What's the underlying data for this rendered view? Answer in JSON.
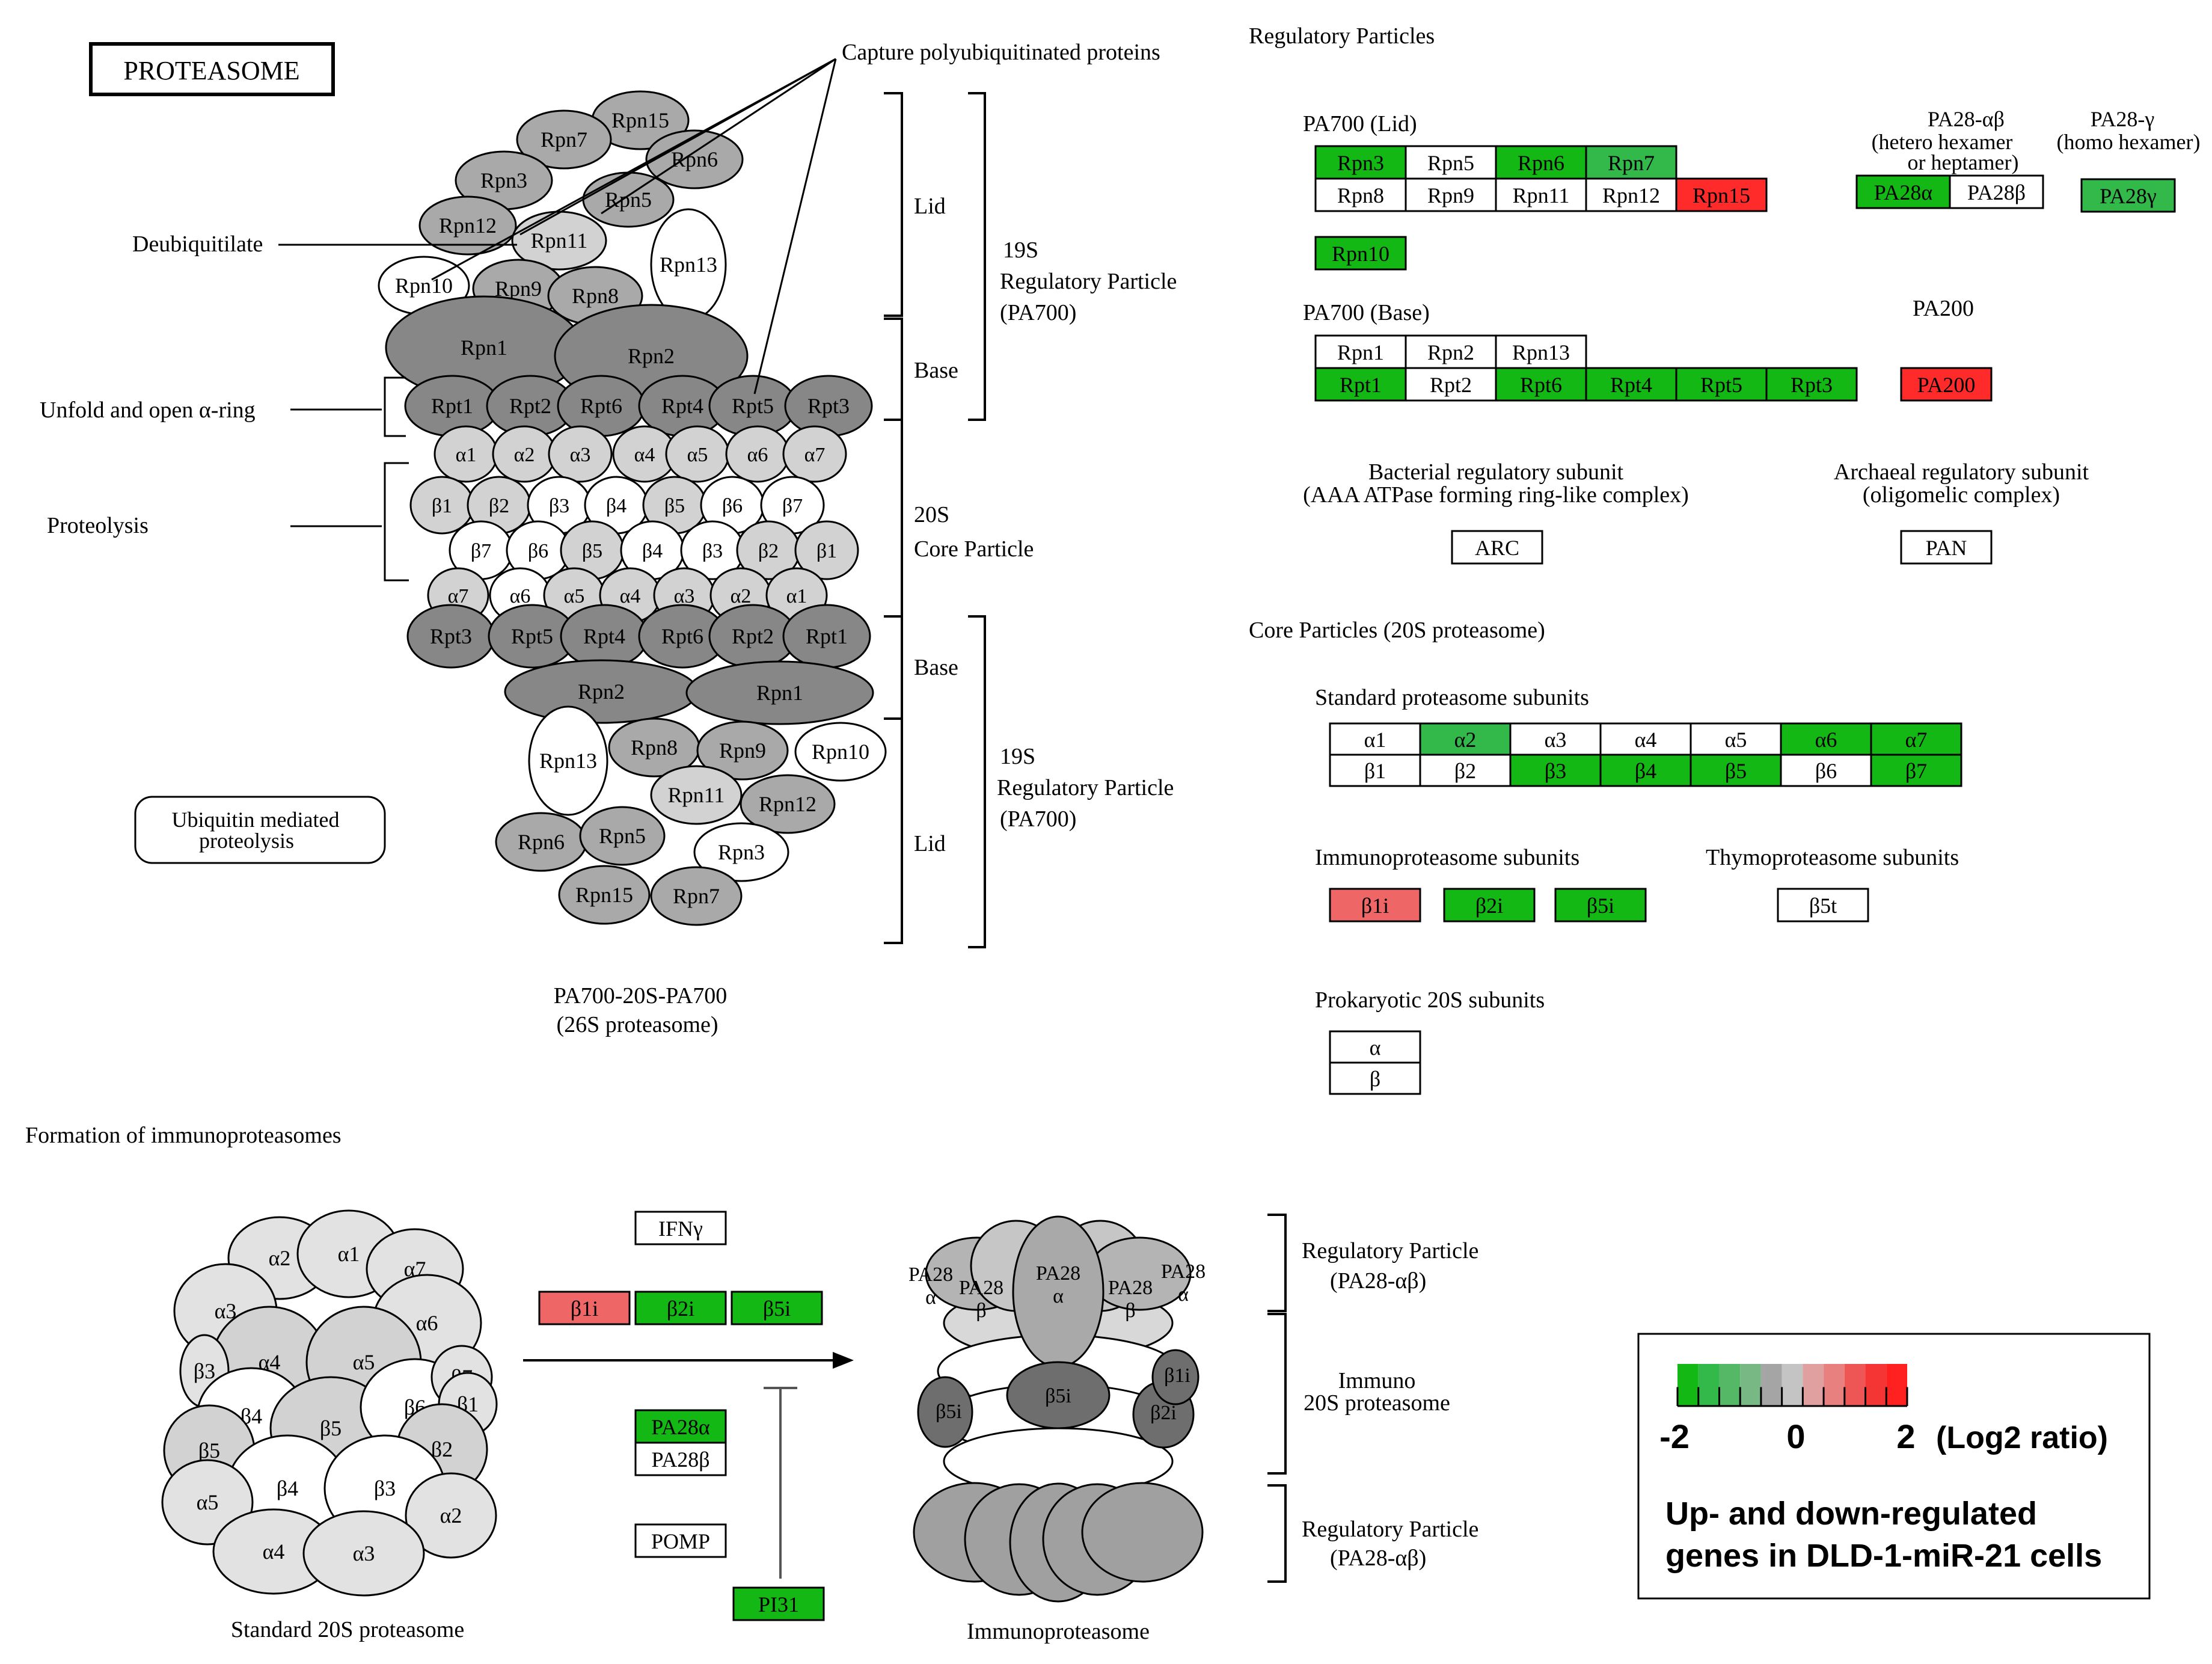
{
  "title": "PROTEASOME",
  "colors": {
    "up": "#ff2a2a",
    "up_light": "#ee6666",
    "down": "#14b814",
    "down_light": "#33b84a",
    "neutral": "#ffffff",
    "subunit_dark": "#878787",
    "subunit_mid": "#a9a9a9",
    "subunit_light": "#d2d2d2"
  },
  "labels": {
    "capture": "Capture polyubiquitinated proteins",
    "deubiq": "Deubiquitilate",
    "unfold": "Unfold and open α-ring",
    "proteolysis": "Proteolysis",
    "lid": "Lid",
    "base": "Base",
    "rp19s_l1": "19S",
    "rp19s_l2": "Regulatory Particle",
    "rp19s_l3": "(PA700)",
    "core_l1": "20S",
    "core_l2": "Core Particle",
    "ubiq_l1": "Ubiquitin mediated",
    "ubiq_l2": "proteolysis",
    "complex_l1": "PA700-20S-PA700",
    "complex_l2": "(26S proteasome)"
  },
  "regulatory": {
    "heading": "Regulatory Particles",
    "lid_title": "PA700 (Lid)",
    "base_title": "PA700 (Base)",
    "pa28ab_l1": "PA28-αβ",
    "pa28ab_l2": "(hetero hexamer",
    "pa28ab_l3": "or heptamer)",
    "pa28g_l1": "PA28-γ",
    "pa28g_l2": "(homo hexamer)",
    "pa200_title": "PA200",
    "bact_l1": "Bacterial regulatory subunit",
    "bact_l2": "(AAA ATPase forming ring-like complex)",
    "arch_l1": "Archaeal regulatory subunit",
    "arch_l2": "(oligomelic complex)"
  },
  "core": {
    "heading": "Core Particles (20S proteasome)",
    "standard_title": "Standard proteasome subunits",
    "immuno_title": "Immunoproteasome subunits",
    "thymo_title": "Thymoproteasome subunits",
    "prok_title": "Prokaryotic 20S subunits"
  },
  "formation": {
    "heading": "Formation of immunoproteasomes",
    "standard_caption": "Standard 20S proteasome",
    "immuno_caption": "Immunoproteasome",
    "rp_l1": "Regulatory Particle",
    "rp_l2": "(PA28-αβ)",
    "immuno20s_l1": "Immuno",
    "immuno20s_l2": "20S proteasome"
  },
  "gene_boxes": [
    {
      "label": "Rpn3",
      "color": "#14b814"
    },
    {
      "label": "Rpn5",
      "color": "#ffffff"
    },
    {
      "label": "Rpn6",
      "color": "#14b814"
    },
    {
      "label": "Rpn7",
      "color": "#33b84a"
    },
    {
      "label": "Rpn8",
      "color": "#ffffff"
    },
    {
      "label": "Rpn9",
      "color": "#ffffff"
    },
    {
      "label": "Rpn11",
      "color": "#ffffff"
    },
    {
      "label": "Rpn12",
      "color": "#ffffff"
    },
    {
      "label": "Rpn15",
      "color": "#ff2a2a"
    },
    {
      "label": "Rpn10",
      "color": "#14b814"
    },
    {
      "label": "PA28α",
      "color": "#14b814"
    },
    {
      "label": "PA28β",
      "color": "#ffffff"
    },
    {
      "label": "PA28γ",
      "color": "#33b84a"
    },
    {
      "label": "Rpn1",
      "color": "#ffffff"
    },
    {
      "label": "Rpn2",
      "color": "#ffffff"
    },
    {
      "label": "Rpn13",
      "color": "#ffffff"
    },
    {
      "label": "Rpt1",
      "color": "#14b814"
    },
    {
      "label": "Rpt2",
      "color": "#ffffff"
    },
    {
      "label": "Rpt6",
      "color": "#14b814"
    },
    {
      "label": "Rpt4",
      "color": "#14b814"
    },
    {
      "label": "Rpt5",
      "color": "#14b814"
    },
    {
      "label": "Rpt3",
      "color": "#14b814"
    },
    {
      "label": "PA200",
      "color": "#ff2a2a"
    },
    {
      "label": "ARC",
      "color": "#ffffff"
    },
    {
      "label": "PAN",
      "color": "#ffffff"
    },
    {
      "label": "α1",
      "color": "#ffffff"
    },
    {
      "label": "α2",
      "color": "#33b84a"
    },
    {
      "label": "α3",
      "color": "#ffffff"
    },
    {
      "label": "α4",
      "color": "#ffffff"
    },
    {
      "label": "α5",
      "color": "#ffffff"
    },
    {
      "label": "α6",
      "color": "#14b814"
    },
    {
      "label": "α7",
      "color": "#14b814"
    },
    {
      "label": "β1",
      "color": "#ffffff"
    },
    {
      "label": "β2",
      "color": "#ffffff"
    },
    {
      "label": "β3",
      "color": "#14b814"
    },
    {
      "label": "β4",
      "color": "#14b814"
    },
    {
      "label": "β5",
      "color": "#14b814"
    },
    {
      "label": "β6",
      "color": "#ffffff"
    },
    {
      "label": "β7",
      "color": "#14b814"
    },
    {
      "label": "β1i",
      "color": "#ee6666"
    },
    {
      "label": "β2i",
      "color": "#14b814"
    },
    {
      "label": "β5i",
      "color": "#14b814"
    },
    {
      "label": "β5t",
      "color": "#ffffff"
    },
    {
      "label": "α",
      "color": "#ffffff"
    },
    {
      "label": "β",
      "color": "#ffffff"
    },
    {
      "label": "IFNγ",
      "color": "#ffffff"
    },
    {
      "label": "β1i",
      "color": "#ee6666"
    },
    {
      "label": "β2i",
      "color": "#14b814"
    },
    {
      "label": "β5i",
      "color": "#14b814"
    },
    {
      "label": "PA28α",
      "color": "#14b814"
    },
    {
      "label": "PA28β",
      "color": "#ffffff"
    },
    {
      "label": "POMP",
      "color": "#ffffff"
    },
    {
      "label": "PI31",
      "color": "#14b814"
    }
  ],
  "left_subunits": [
    {
      "label": "Rpn15",
      "fill": "#a9a9a9"
    },
    {
      "label": "Rpn7",
      "fill": "#a9a9a9"
    },
    {
      "label": "Rpn6",
      "fill": "#a9a9a9"
    },
    {
      "label": "Rpn3",
      "fill": "#a9a9a9"
    },
    {
      "label": "Rpn5",
      "fill": "#a9a9a9"
    },
    {
      "label": "Rpn12",
      "fill": "#a9a9a9"
    },
    {
      "label": "Rpn11",
      "fill": "#d2d2d2"
    },
    {
      "label": "Rpn13",
      "fill": "#ffffff"
    },
    {
      "label": "Rpn10",
      "fill": "#ffffff"
    },
    {
      "label": "Rpn9",
      "fill": "#a9a9a9"
    },
    {
      "label": "Rpn8",
      "fill": "#a9a9a9"
    },
    {
      "label": "Rpn1",
      "fill": "#878787"
    },
    {
      "label": "Rpn2",
      "fill": "#878787"
    },
    {
      "label": "Rpt1",
      "fill": "#878787"
    },
    {
      "label": "Rpt2",
      "fill": "#878787"
    },
    {
      "label": "Rpt6",
      "fill": "#878787"
    },
    {
      "label": "Rpt4",
      "fill": "#878787"
    },
    {
      "label": "Rpt5",
      "fill": "#878787"
    },
    {
      "label": "Rpt3",
      "fill": "#878787"
    },
    {
      "label": "α1",
      "fill": "#d2d2d2"
    },
    {
      "label": "α2",
      "fill": "#d2d2d2"
    },
    {
      "label": "α3",
      "fill": "#d2d2d2"
    },
    {
      "label": "α4",
      "fill": "#d2d2d2"
    },
    {
      "label": "α5",
      "fill": "#d2d2d2"
    },
    {
      "label": "α6",
      "fill": "#d2d2d2"
    },
    {
      "label": "α7",
      "fill": "#d2d2d2"
    },
    {
      "label": "β1",
      "fill": "#d2d2d2"
    },
    {
      "label": "β2",
      "fill": "#d2d2d2"
    },
    {
      "label": "β3",
      "fill": "#ffffff"
    },
    {
      "label": "β4",
      "fill": "#ffffff"
    },
    {
      "label": "β5",
      "fill": "#d2d2d2"
    },
    {
      "label": "β6",
      "fill": "#ffffff"
    },
    {
      "label": "β7",
      "fill": "#ffffff"
    },
    {
      "label": "β7",
      "fill": "#ffffff"
    },
    {
      "label": "β6",
      "fill": "#ffffff"
    },
    {
      "label": "β5",
      "fill": "#d2d2d2"
    },
    {
      "label": "β4",
      "fill": "#ffffff"
    },
    {
      "label": "β3",
      "fill": "#ffffff"
    },
    {
      "label": "β2",
      "fill": "#d2d2d2"
    },
    {
      "label": "β1",
      "fill": "#d2d2d2"
    },
    {
      "label": "α7",
      "fill": "#d2d2d2"
    },
    {
      "label": "α6",
      "fill": "#ffffff"
    },
    {
      "label": "α5",
      "fill": "#d2d2d2"
    },
    {
      "label": "α4",
      "fill": "#d2d2d2"
    },
    {
      "label": "α3",
      "fill": "#d2d2d2"
    },
    {
      "label": "α2",
      "fill": "#d2d2d2"
    },
    {
      "label": "α1",
      "fill": "#d2d2d2"
    },
    {
      "label": "Rpt3",
      "fill": "#878787"
    },
    {
      "label": "Rpt5",
      "fill": "#878787"
    },
    {
      "label": "Rpt4",
      "fill": "#878787"
    },
    {
      "label": "Rpt6",
      "fill": "#878787"
    },
    {
      "label": "Rpt2",
      "fill": "#878787"
    },
    {
      "label": "Rpt1",
      "fill": "#878787"
    },
    {
      "label": "Rpn2",
      "fill": "#878787"
    },
    {
      "label": "Rpn1",
      "fill": "#878787"
    },
    {
      "label": "Rpn13",
      "fill": "#ffffff"
    },
    {
      "label": "Rpn8",
      "fill": "#a9a9a9"
    },
    {
      "label": "Rpn9",
      "fill": "#a9a9a9"
    },
    {
      "label": "Rpn10",
      "fill": "#ffffff"
    },
    {
      "label": "Rpn11",
      "fill": "#d2d2d2"
    },
    {
      "label": "Rpn12",
      "fill": "#a9a9a9"
    },
    {
      "label": "Rpn6",
      "fill": "#a9a9a9"
    },
    {
      "label": "Rpn5",
      "fill": "#a9a9a9"
    },
    {
      "label": "Rpn3",
      "fill": "#ffffff"
    },
    {
      "label": "Rpn15",
      "fill": "#a9a9a9"
    },
    {
      "label": "Rpn7",
      "fill": "#a9a9a9"
    }
  ],
  "std20s_subunits": [
    {
      "label": "α2",
      "fill": "#e2e2e2"
    },
    {
      "label": "α1",
      "fill": "#e2e2e2"
    },
    {
      "label": "α7",
      "fill": "#e2e2e2"
    },
    {
      "label": "α3",
      "fill": "#e2e2e2"
    },
    {
      "label": "α6",
      "fill": "#e2e2e2"
    },
    {
      "label": "α4",
      "fill": "#d2d2d2"
    },
    {
      "label": "α5",
      "fill": "#d2d2d2"
    },
    {
      "label": "β3",
      "fill": "#e2e2e2"
    },
    {
      "label": "β4",
      "fill": "#ffffff"
    },
    {
      "label": "β5",
      "fill": "#d2d2d2"
    },
    {
      "label": "β6",
      "fill": "#ffffff"
    },
    {
      "label": "β7",
      "fill": "#e2e2e2"
    },
    {
      "label": "β1",
      "fill": "#e2e2e2"
    },
    {
      "label": "β5",
      "fill": "#d2d2d2"
    },
    {
      "label": "β2",
      "fill": "#d2d2d2"
    },
    {
      "label": "β4",
      "fill": "#ffffff"
    },
    {
      "label": "β3",
      "fill": "#ffffff"
    },
    {
      "label": "α5",
      "fill": "#e2e2e2"
    },
    {
      "label": "α2",
      "fill": "#e2e2e2"
    },
    {
      "label": "α4",
      "fill": "#e2e2e2"
    },
    {
      "label": "α3",
      "fill": "#e2e2e2"
    }
  ],
  "immuno_labels": [
    {
      "label": "PA28",
      "sub": "α"
    },
    {
      "label": "PA28",
      "sub": "β"
    },
    {
      "label": "PA28",
      "sub": "α"
    },
    {
      "label": "PA28",
      "sub": "β"
    },
    {
      "label": "PA28",
      "sub": "α"
    },
    {
      "label": "β5i",
      "sub": ""
    },
    {
      "label": "β5i",
      "sub": ""
    },
    {
      "label": "β2i",
      "sub": ""
    },
    {
      "label": "β1i",
      "sub": ""
    }
  ],
  "legend": {
    "scale_colors": [
      "#14b814",
      "#33b84a",
      "#55b866",
      "#78b885",
      "#a5a5a5",
      "#c4c4c4",
      "#e0a0a0",
      "#e88080",
      "#ee5555",
      "#f53434",
      "#ff2020"
    ],
    "tick_min": "-2",
    "tick_mid": "0",
    "tick_max": "2",
    "unit": "(Log2 ratio)",
    "caption_l1": "Up- and down-regulated",
    "caption_l2": "genes in DLD-1-miR-21 cells"
  }
}
